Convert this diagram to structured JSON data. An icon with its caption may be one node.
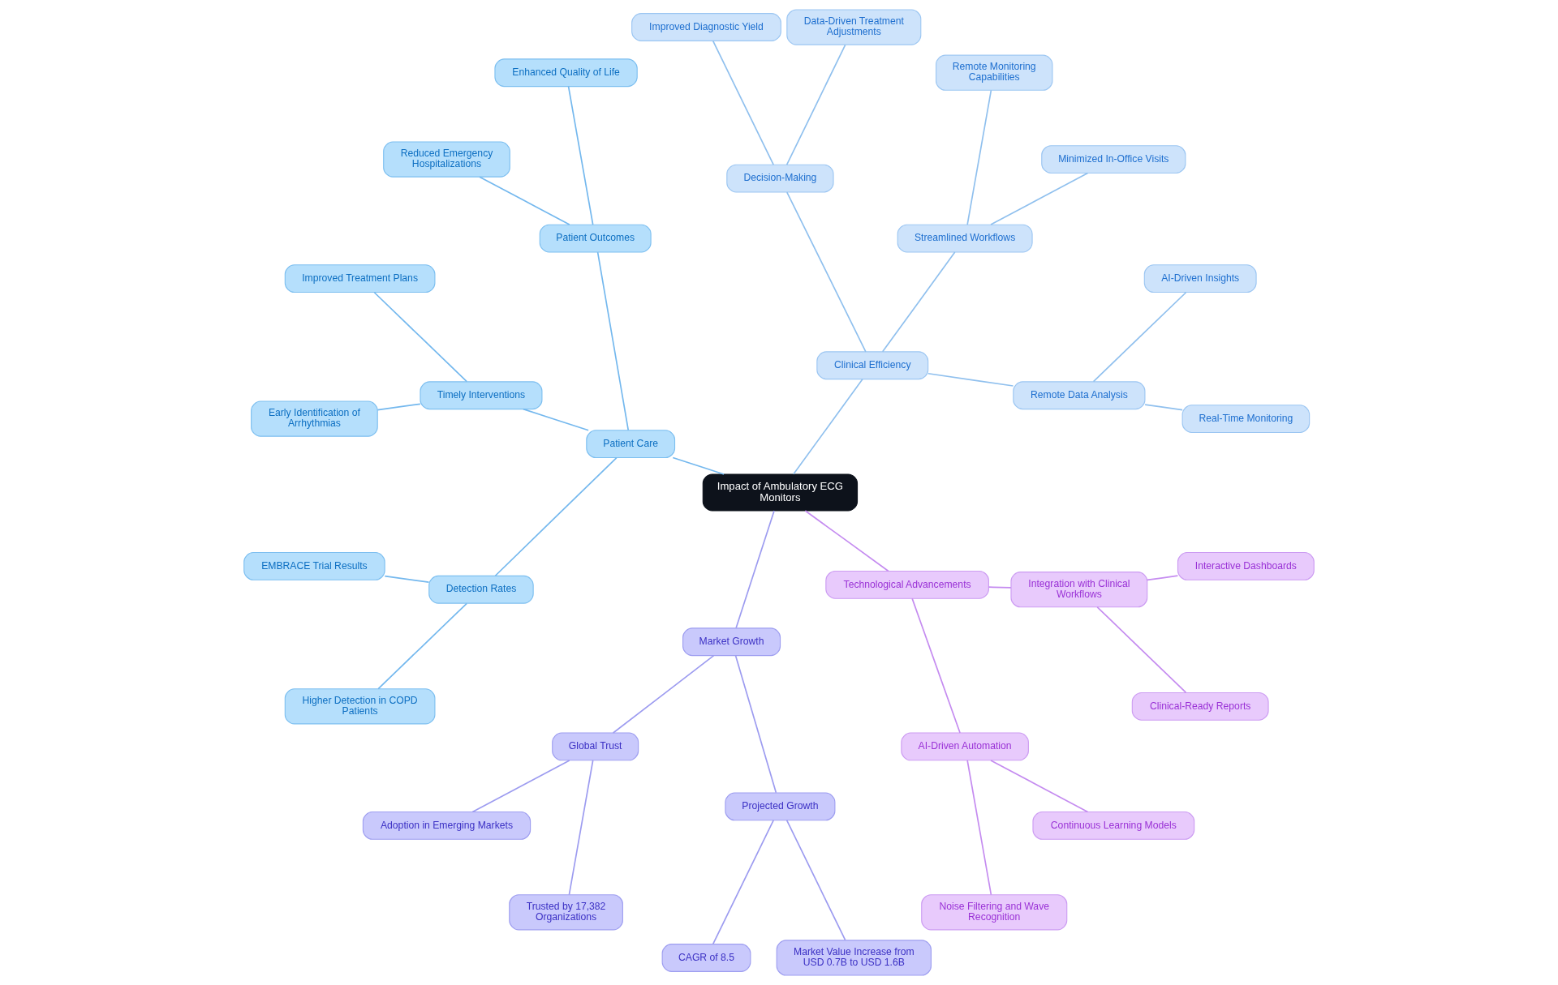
{
  "diagram": {
    "nodes": [
      {
        "text": [
          "Impact of Ambulatory ECG Monitors"
        ]
      },
      {
        "text": [
          "Clinical Efficiency"
        ]
      },
      {
        "text": [
          "Remote Data Analysis"
        ]
      },
      {
        "text": [
          "Real-Time Monitoring"
        ]
      },
      {
        "text": [
          "AI-Driven Insights"
        ]
      },
      {
        "text": [
          "Streamlined Workflows"
        ]
      },
      {
        "text": [
          "Minimized In-Office Visits"
        ]
      },
      {
        "text": [
          "Remote Monitoring Capabilities"
        ]
      },
      {
        "text": [
          "Decision-Making"
        ]
      },
      {
        "text": [
          "Data-Driven Treatment Adjustments"
        ]
      },
      {
        "text": [
          "Improved Diagnostic Yield"
        ]
      },
      {
        "text": [
          "Patient Care"
        ]
      },
      {
        "text": [
          "Patient Outcomes"
        ]
      },
      {
        "text": [
          "Enhanced Quality of Life"
        ]
      },
      {
        "text": [
          "Reduced Emergency Hospitalizations"
        ]
      },
      {
        "text": [
          "Timely Interventions"
        ]
      },
      {
        "text": [
          "Improved Treatment Plans"
        ]
      },
      {
        "text": [
          "Early Identification of Arrhythmias"
        ]
      },
      {
        "text": [
          "Detection Rates"
        ]
      },
      {
        "text": [
          "EMBRACE Trial Results"
        ]
      },
      {
        "text": [
          "Higher Detection in COPD Patients"
        ]
      },
      {
        "text": [
          "Market Growth"
        ]
      },
      {
        "text": [
          "Global Trust"
        ]
      },
      {
        "text": [
          "Adoption in Emerging Markets"
        ]
      },
      {
        "text": [
          "Trusted by 17,382 Organizations"
        ]
      },
      {
        "text": [
          "Projected Growth"
        ]
      },
      {
        "text": [
          "CAGR of 8.5"
        ]
      },
      {
        "text": [
          "Market Value Increase from USD 0.7B to USD 1.6B"
        ]
      },
      {
        "text": [
          "Technological Advancements"
        ]
      },
      {
        "text": [
          "AI-Driven Automation"
        ]
      },
      {
        "text": [
          "Noise Filtering and Wave Recognition"
        ]
      },
      {
        "text": [
          "Continuous Learning Models"
        ]
      },
      {
        "text": [
          "Integration with Clinical Workflows"
        ]
      },
      {
        "text": [
          "Clinical-Ready Reports"
        ]
      },
      {
        "text": [
          "Interactive Dashboards"
        ]
      }
    ],
    "edges": [
      {
        "from": 0,
        "to": 1,
        "arrow": "none",
        "color": "#90c0ee"
      },
      {
        "from": 1,
        "to": 2,
        "arrow": "none",
        "color": "#90c0ee"
      },
      {
        "from": 2,
        "to": 3,
        "arrow": "none",
        "color": "#90c0ee"
      },
      {
        "from": 2,
        "to": 4,
        "arrow": "none",
        "color": "#90c0ee"
      },
      {
        "from": 1,
        "to": 5,
        "arrow": "none",
        "color": "#90c0ee"
      },
      {
        "from": 5,
        "to": 6,
        "arrow": "none",
        "color": "#90c0ee"
      },
      {
        "from": 5,
        "to": 7,
        "arrow": "none",
        "color": "#90c0ee"
      },
      {
        "from": 1,
        "to": 8,
        "arrow": "none",
        "color": "#90c0ee"
      },
      {
        "from": 8,
        "to": 9,
        "arrow": "none",
        "color": "#90c0ee"
      },
      {
        "from": 8,
        "to": 10,
        "arrow": "none",
        "color": "#90c0ee"
      },
      {
        "from": 0,
        "to": 11,
        "arrow": "none",
        "color": "#74b8ee"
      },
      {
        "from": 11,
        "to": 12,
        "arrow": "none",
        "color": "#74b8ee"
      },
      {
        "from": 12,
        "to": 13,
        "arrow": "none",
        "color": "#74b8ee"
      },
      {
        "from": 12,
        "to": 14,
        "arrow": "none",
        "color": "#74b8ee"
      },
      {
        "from": 11,
        "to": 15,
        "arrow": "none",
        "color": "#74b8ee"
      },
      {
        "from": 15,
        "to": 16,
        "arrow": "none",
        "color": "#74b8ee"
      },
      {
        "from": 15,
        "to": 17,
        "arrow": "none",
        "color": "#74b8ee"
      },
      {
        "from": 11,
        "to": 18,
        "arrow": "none",
        "color": "#74b8ee"
      },
      {
        "from": 18,
        "to": 19,
        "arrow": "none",
        "color": "#74b8ee"
      },
      {
        "from": 18,
        "to": 20,
        "arrow": "none",
        "color": "#74b8ee"
      },
      {
        "from": 0,
        "to": 21,
        "arrow": "none",
        "color": "#9d9cf0"
      },
      {
        "from": 21,
        "to": 22,
        "arrow": "none",
        "color": "#9d9cf0"
      },
      {
        "from": 22,
        "to": 23,
        "arrow": "none",
        "color": "#9d9cf0"
      },
      {
        "from": 22,
        "to": 24,
        "arrow": "none",
        "color": "#9d9cf0"
      },
      {
        "from": 21,
        "to": 25,
        "arrow": "none",
        "color": "#9d9cf0"
      },
      {
        "from": 25,
        "to": 26,
        "arrow": "none",
        "color": "#9d9cf0"
      },
      {
        "from": 25,
        "to": 27,
        "arrow": "none",
        "color": "#9d9cf0"
      },
      {
        "from": 0,
        "to": 28,
        "arrow": "none",
        "color": "#c58cf0"
      },
      {
        "from": 28,
        "to": 29,
        "arrow": "none",
        "color": "#c58cf0"
      },
      {
        "from": 29,
        "to": 30,
        "arrow": "none",
        "color": "#c58cf0"
      },
      {
        "from": 29,
        "to": 31,
        "arrow": "none",
        "color": "#c58cf0"
      },
      {
        "from": 28,
        "to": 32,
        "arrow": "none",
        "color": "#c58cf0"
      },
      {
        "from": 32,
        "to": 33,
        "arrow": "none",
        "color": "#c58cf0"
      },
      {
        "from": 32,
        "to": 34,
        "arrow": "none",
        "color": "#c58cf0"
      }
    ]
  }
}
